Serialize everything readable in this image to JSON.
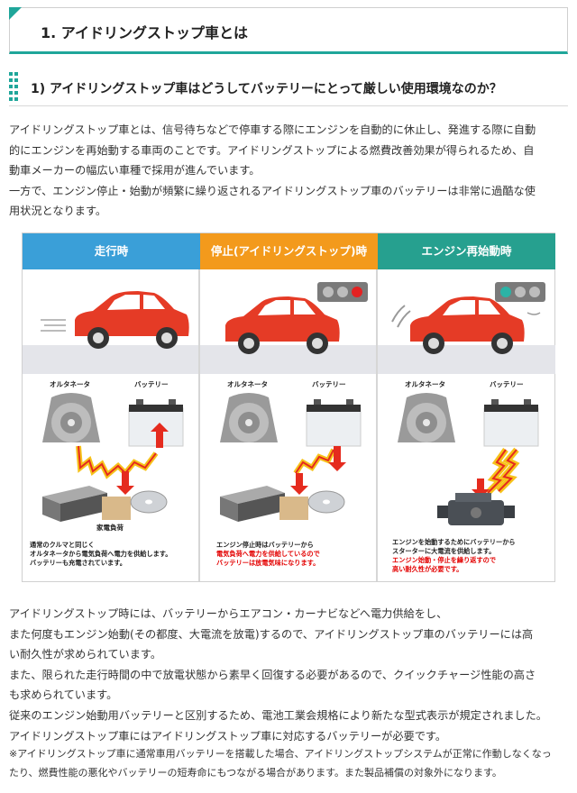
{
  "heading1": "1. アイドリングストップ車とは",
  "heading2": "1) アイドリングストップ車はどうして​バッテリーにとって厳しい使用環境なのか？",
  "intro": [
    "アイドリングストップ車とは、信号待ちなどで停車する際にエンジンを自動的に休止し、発進する際に自動",
    "的にエンジンを再始動する車両のことです。アイドリングストップによる燃費改善効果が得られるため、自",
    "動車メーカーの幅広い車種で採用が進んでいます。",
    "一方で、エンジン停止・始動が頻繁に繰り返されるアイドリングストップ車のバッテリーは非常に過酷な使",
    "用状況となります。"
  ],
  "panels": [
    {
      "header": "走行時",
      "color": "#3a9fd8",
      "alternator_label": "オルタネータ",
      "battery_label": "バッテリー",
      "load_label": "家電負荷",
      "caption": [
        "通常のクルマと同じく",
        "オルタネータから電気負荷へ電力を供給します。",
        "バッテリーも充電されています。"
      ]
    },
    {
      "header": "停止(アイドリングストップ)時",
      "color": "#f39a1c",
      "alternator_label": "オルタネータ",
      "battery_label": "バッテリー",
      "caption_lines": [
        {
          "text": "エンジン停止時はバッテリーから",
          "red": false
        },
        {
          "text": "電気負荷へ電力を供給しているので",
          "red": true
        },
        {
          "text": "バッテリーは放電気味になります。",
          "red": true
        }
      ]
    },
    {
      "header": "エンジン再始動時",
      "color": "#26a08f",
      "alternator_label": "オルタネータ",
      "battery_label": "バッテリー",
      "caption_lines": [
        {
          "text": "エンジンを始動するためにバッテリーから",
          "red": false
        },
        {
          "text": "スターターに大電流を供給します。",
          "red": false
        },
        {
          "text": "エンジン始動・停止を繰り返すので",
          "red": true
        },
        {
          "text": "高い耐久性が必要です。",
          "red": true
        }
      ]
    }
  ],
  "body": [
    "アイドリングストップ時には、バッテリーからエアコン・カーナビなどへ電力供給をし、",
    "また何度もエンジン始動(その都度、大電流を放電)するので、アイドリングストップ車のバッテリーには高",
    "い耐久性が求められています。",
    "また、限られた走行時間の中で放電状態から素早く回復する必要があるので、クイックチャージ性能の高さ",
    "も求められています。",
    "従来のエンジン始動用バッテリーと区別するため、電池工業会規格により新たな型式表示が規定されました。",
    "アイドリングストップ車にはアイドリングストップ車に対応するバッテリーが必要です。"
  ],
  "note": [
    "※アイドリングストップ車に通常車用バッテリーを搭載した場合、アイドリングストップシステムが正常に作動しなくなっ",
    "たり、燃費性能の悪化やバッテリーの短寿命にもつながる場合があります。また製品補償の対象外になります。"
  ],
  "colors": {
    "accent": "#1fa69a",
    "car": "#e53b26",
    "arrow_red": "#e52b1e",
    "bolt_yellow": "#f6c21a",
    "signal_red": "#e32222",
    "signal_green": "#2bb3a6"
  }
}
